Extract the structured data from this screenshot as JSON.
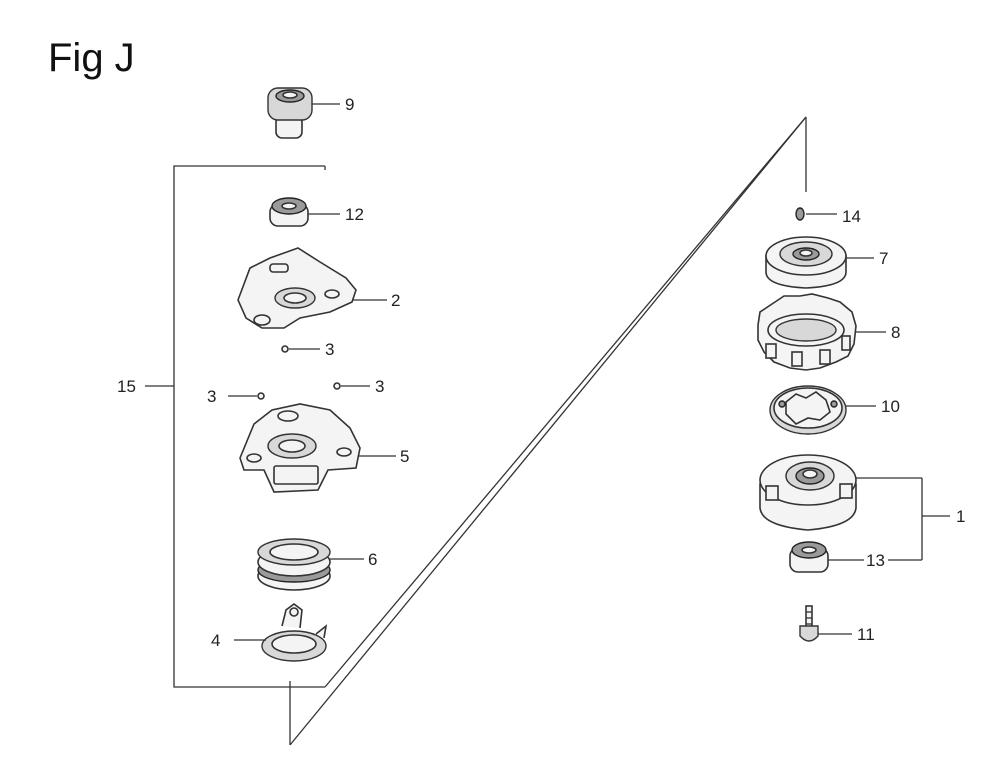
{
  "figure": {
    "title": "Fig J"
  },
  "callouts": {
    "c1": "1",
    "c2": "2",
    "c3a": "3",
    "c3b": "3",
    "c3c": "3",
    "c4": "4",
    "c5": "5",
    "c6": "6",
    "c7": "7",
    "c8": "8",
    "c9": "9",
    "c10": "10",
    "c11": "11",
    "c12": "12",
    "c13": "13",
    "c14": "14",
    "c15": "15"
  }
}
